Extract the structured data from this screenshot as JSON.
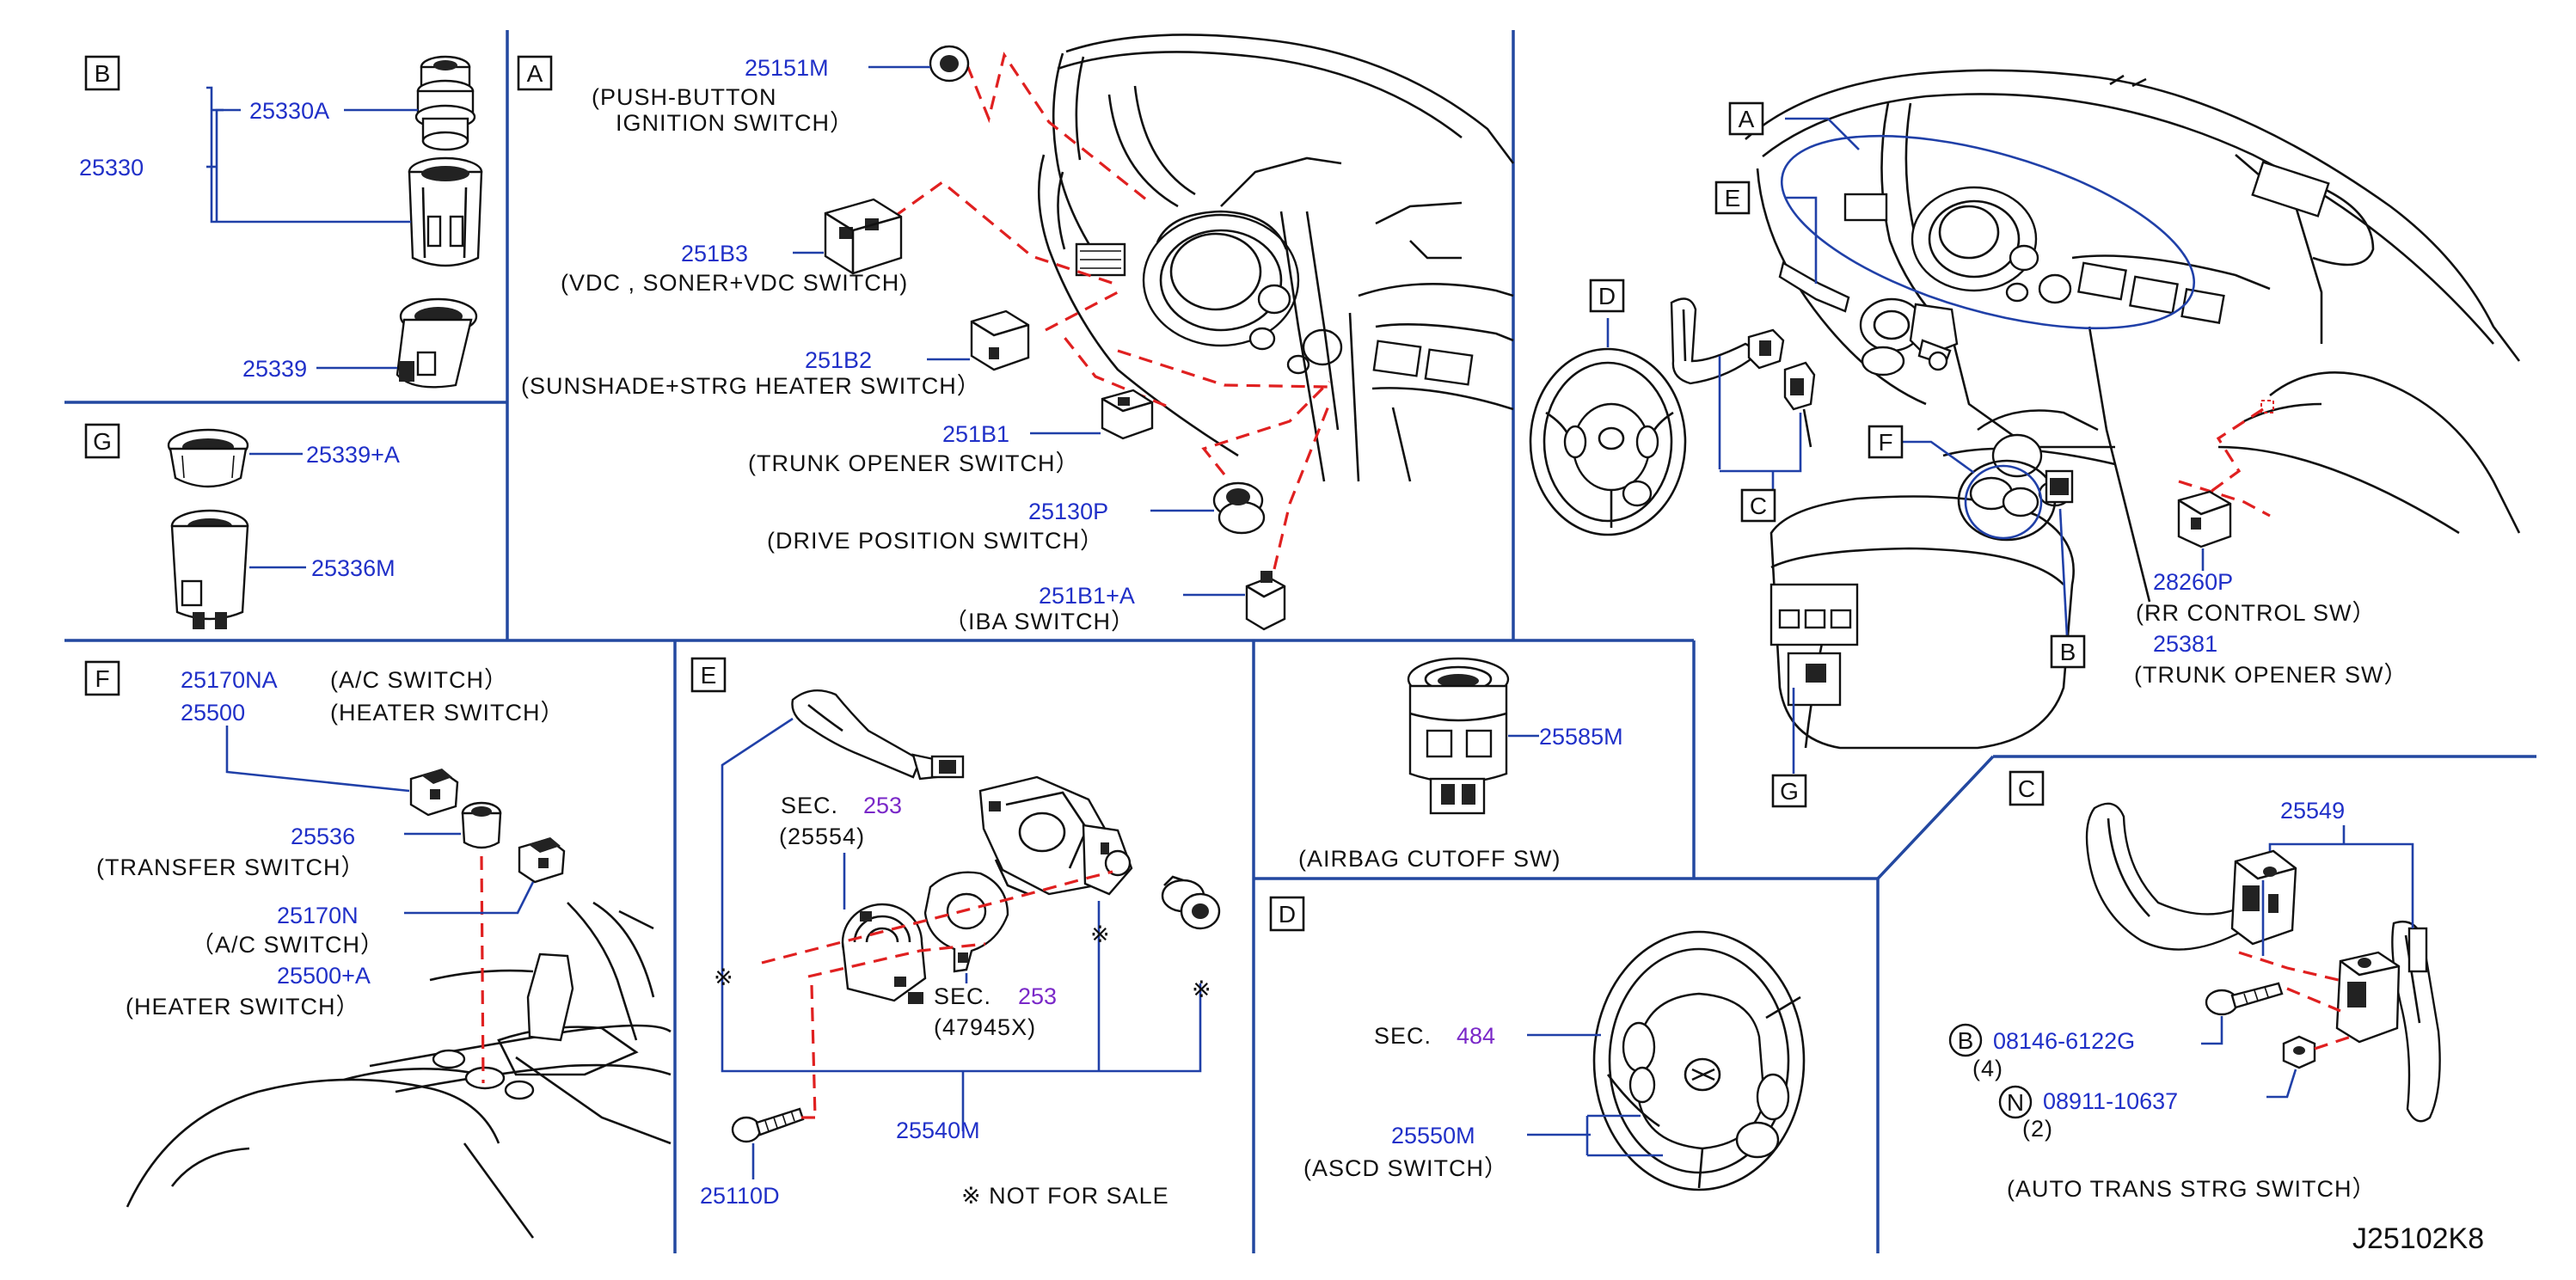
{
  "sections": {
    "A": "A",
    "B": "B",
    "C": "C",
    "D": "D",
    "E": "E",
    "F": "F",
    "G": "G"
  },
  "section_B": {
    "parts": [
      "25330A",
      "25330",
      "25339"
    ]
  },
  "section_G": {
    "parts": [
      "25339+A",
      "25336M"
    ]
  },
  "section_A": {
    "items": [
      {
        "part": "25151M",
        "desc1": "(PUSH-BUTTON",
        "desc2": "IGNITION   SWITCH）"
      },
      {
        "part": "251B3",
        "desc1": "(VDC    ,    SONER+VDC   SWITCH)"
      },
      {
        "part": "251B2",
        "desc1": "(SUNSHADE+STRG   HEATER   SWITCH）"
      },
      {
        "part": "251B1",
        "desc1": "(TRUNK   OPENER   SWITCH）"
      },
      {
        "part": "25130P",
        "desc1": "(DRIVE   POSITION   SWITCH）"
      },
      {
        "part": "251B1+A",
        "desc1": "（IBA   SWITCH）"
      }
    ]
  },
  "section_F": {
    "items": [
      {
        "part": "25170NA",
        "desc": "(A/C   SWITCH）"
      },
      {
        "part": "25500",
        "desc": "(HEATER   SWITCH）"
      },
      {
        "part": "25536",
        "desc": "(TRANSFER   SWITCH）"
      },
      {
        "part": "25170N",
        "desc": "（A/C   SWITCH）"
      },
      {
        "part": "25500+A",
        "desc": "(HEATER   SWITCH）"
      }
    ]
  },
  "section_E": {
    "sec_label": "SEC.",
    "sec_253a": "253",
    "ref_25554": "(25554)",
    "sec_253b": "253",
    "ref_47945x": "(47945X)",
    "asterisk": "※",
    "part_25540m": "25540M",
    "part_25110d": "25110D",
    "not_for_sale": "※ NOT   FOR   SALE"
  },
  "section_airbag": {
    "part": "25585M",
    "desc": "(AIRBAG   CUTOFF   SW)"
  },
  "section_D": {
    "sec_label": "SEC.",
    "sec_num": "484",
    "part": "25550M",
    "desc": "(ASCD   SWITCH）"
  },
  "section_overview": {
    "part_28260p": "28260P",
    "desc_rr": "(RR   CONTROL   SW）",
    "part_25381": "25381",
    "desc_trunk": "(TRUNK   OPENER   SW）"
  },
  "section_C": {
    "part_25549": "25549",
    "badge_b": "B",
    "bolt": "08146-6122G",
    "bolt_qty": "(4)",
    "badge_n": "N",
    "nut": "08911-10637",
    "nut_qty": "(2)",
    "desc": "(AUTO   TRANS   STRG   SWITCH）"
  },
  "catalog_id": "J25102K8",
  "colors": {
    "part_number": "#2030c8",
    "sec_number": "#7a28c8",
    "leader": "#2040a8",
    "divider": "#2348a0",
    "dashed_path": "#e02020",
    "ink": "#111111"
  }
}
